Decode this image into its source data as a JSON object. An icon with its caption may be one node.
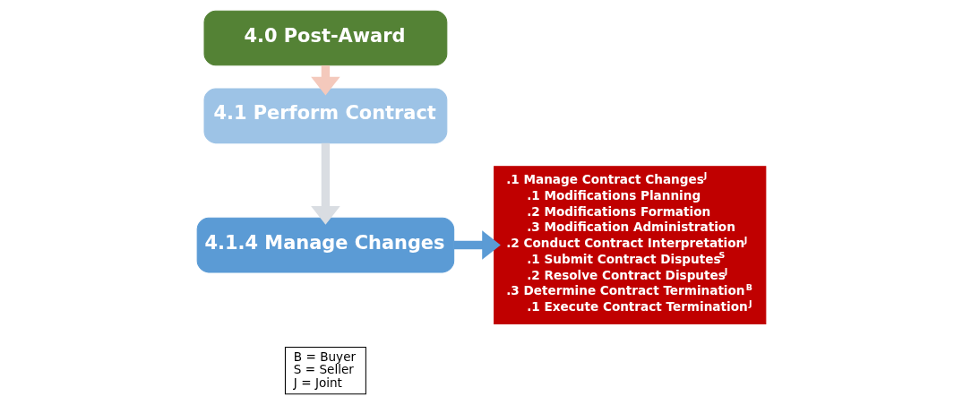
{
  "diagram": {
    "nodes": [
      {
        "text": [
          "4.0 Post-Award"
        ]
      },
      {
        "text": [
          "4.1 Perform Contract"
        ]
      },
      {
        "text": [
          "4.1.4 Manage Changes"
        ]
      },
      {
        "text": [
          ".1 Manage Contract Changes$^{J}$",
          ".1 Modifications Planning",
          ".2 Modifications Formation",
          ".3 Modification Administration",
          ".2 Conduct Contract Interpretation$^{J}$",
          ".1 Submit Contract Disputes$^{S}$",
          ".2 Resolve Contract Disputes$^{J}$",
          ".3 Determine Contract Termination$^{B}$",
          ".1 Execute Contract Termination$^{J}$"
        ]
      },
      {
        "text": [
          "B = Buyer",
          "S = Seller",
          "J = Joint"
        ]
      }
    ],
    "edges": [
      {
        "from": 0,
        "to": 1,
        "arrow": "to",
        "color": "#f4c9bc"
      },
      {
        "from": 1,
        "to": 2,
        "arrow": "to",
        "color": "#d9dde2"
      },
      {
        "from": 2,
        "to": 3,
        "arrow": "to",
        "color": "#5b9bd5"
      }
    ]
  }
}
